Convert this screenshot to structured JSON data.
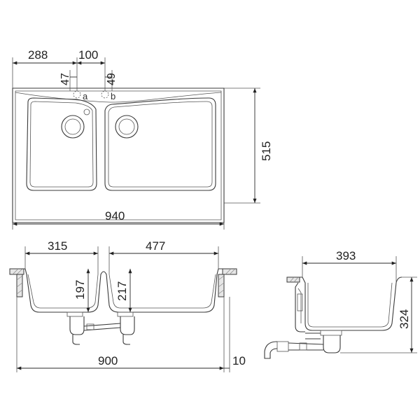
{
  "top_view": {
    "dims": {
      "left_offset": "288",
      "tap_spacing": "100",
      "tap_a_offset": "47",
      "tap_b_offset": "49",
      "depth": "515",
      "width": "940"
    },
    "tap_labels": [
      "a",
      "b"
    ]
  },
  "front_view": {
    "dims": {
      "left_bowl_width": "315",
      "right_bowl_width": "477",
      "left_bowl_depth": "197",
      "right_bowl_depth": "217",
      "cabinet_width": "900",
      "edge_thickness": "10"
    }
  },
  "side_view": {
    "dims": {
      "bowl_length": "393",
      "overall_height": "324"
    }
  }
}
